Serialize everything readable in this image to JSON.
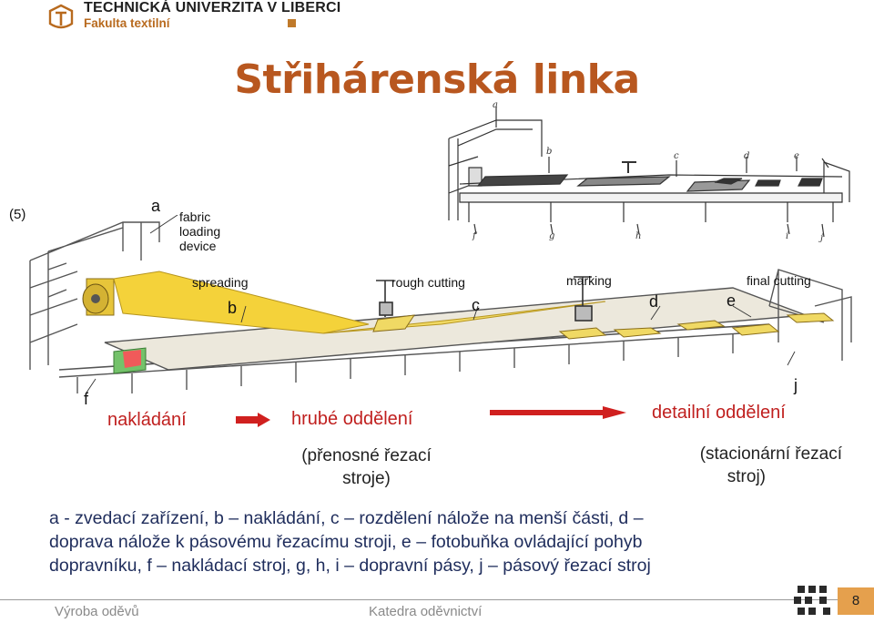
{
  "header": {
    "university": "TECHNICKÁ UNIVERZITA V LIBERCI",
    "faculty": "Fakulta textilní"
  },
  "title": "Střihárenská linka",
  "figure_ref": "(5)",
  "figure_labels": {
    "a": "a",
    "b": "b",
    "c": "c",
    "d": "d",
    "e": "e",
    "f": "f",
    "j": "j",
    "fabric_loading_device": [
      "fabric",
      "loading",
      "device"
    ],
    "spreading": "spreading",
    "rough_cutting": "rough cutting",
    "marking": "marking",
    "final_cutting": "final cutting"
  },
  "small_diagram_labels": [
    "a",
    "b",
    "c",
    "d",
    "e",
    "f",
    "g",
    "h",
    "i",
    "j"
  ],
  "stages": {
    "loading": "nakládání",
    "rough": "hrubé oddělení",
    "detail": "detailní oddělení",
    "rough_note": [
      "(přenosné řezací",
      "stroje)"
    ],
    "detail_note": [
      "(stacionární řezací",
      "stroj)"
    ]
  },
  "legend": [
    "a - zvedací zařízení, b – nakládání, c – rozdělení nálože na menší části, d –",
    "doprava nálože k pásovému řezacímu stroji, e – fotobuňka ovládající pohyb",
    "dopravníku, f – nakládací stroj, g, h, i – dopravní pásy, j – pásový řezací stroj"
  ],
  "footer": {
    "left": "Výroba oděvů",
    "center": "Katedra oděvnictví",
    "page": "8"
  },
  "colors": {
    "title": "#b8571f",
    "stage_text": "#c0201f",
    "arrow": "#d0201f",
    "legend_text": "#1f2d5c",
    "page_badge": "#e5a04d",
    "yellow_fabric": "#f4d23a"
  }
}
